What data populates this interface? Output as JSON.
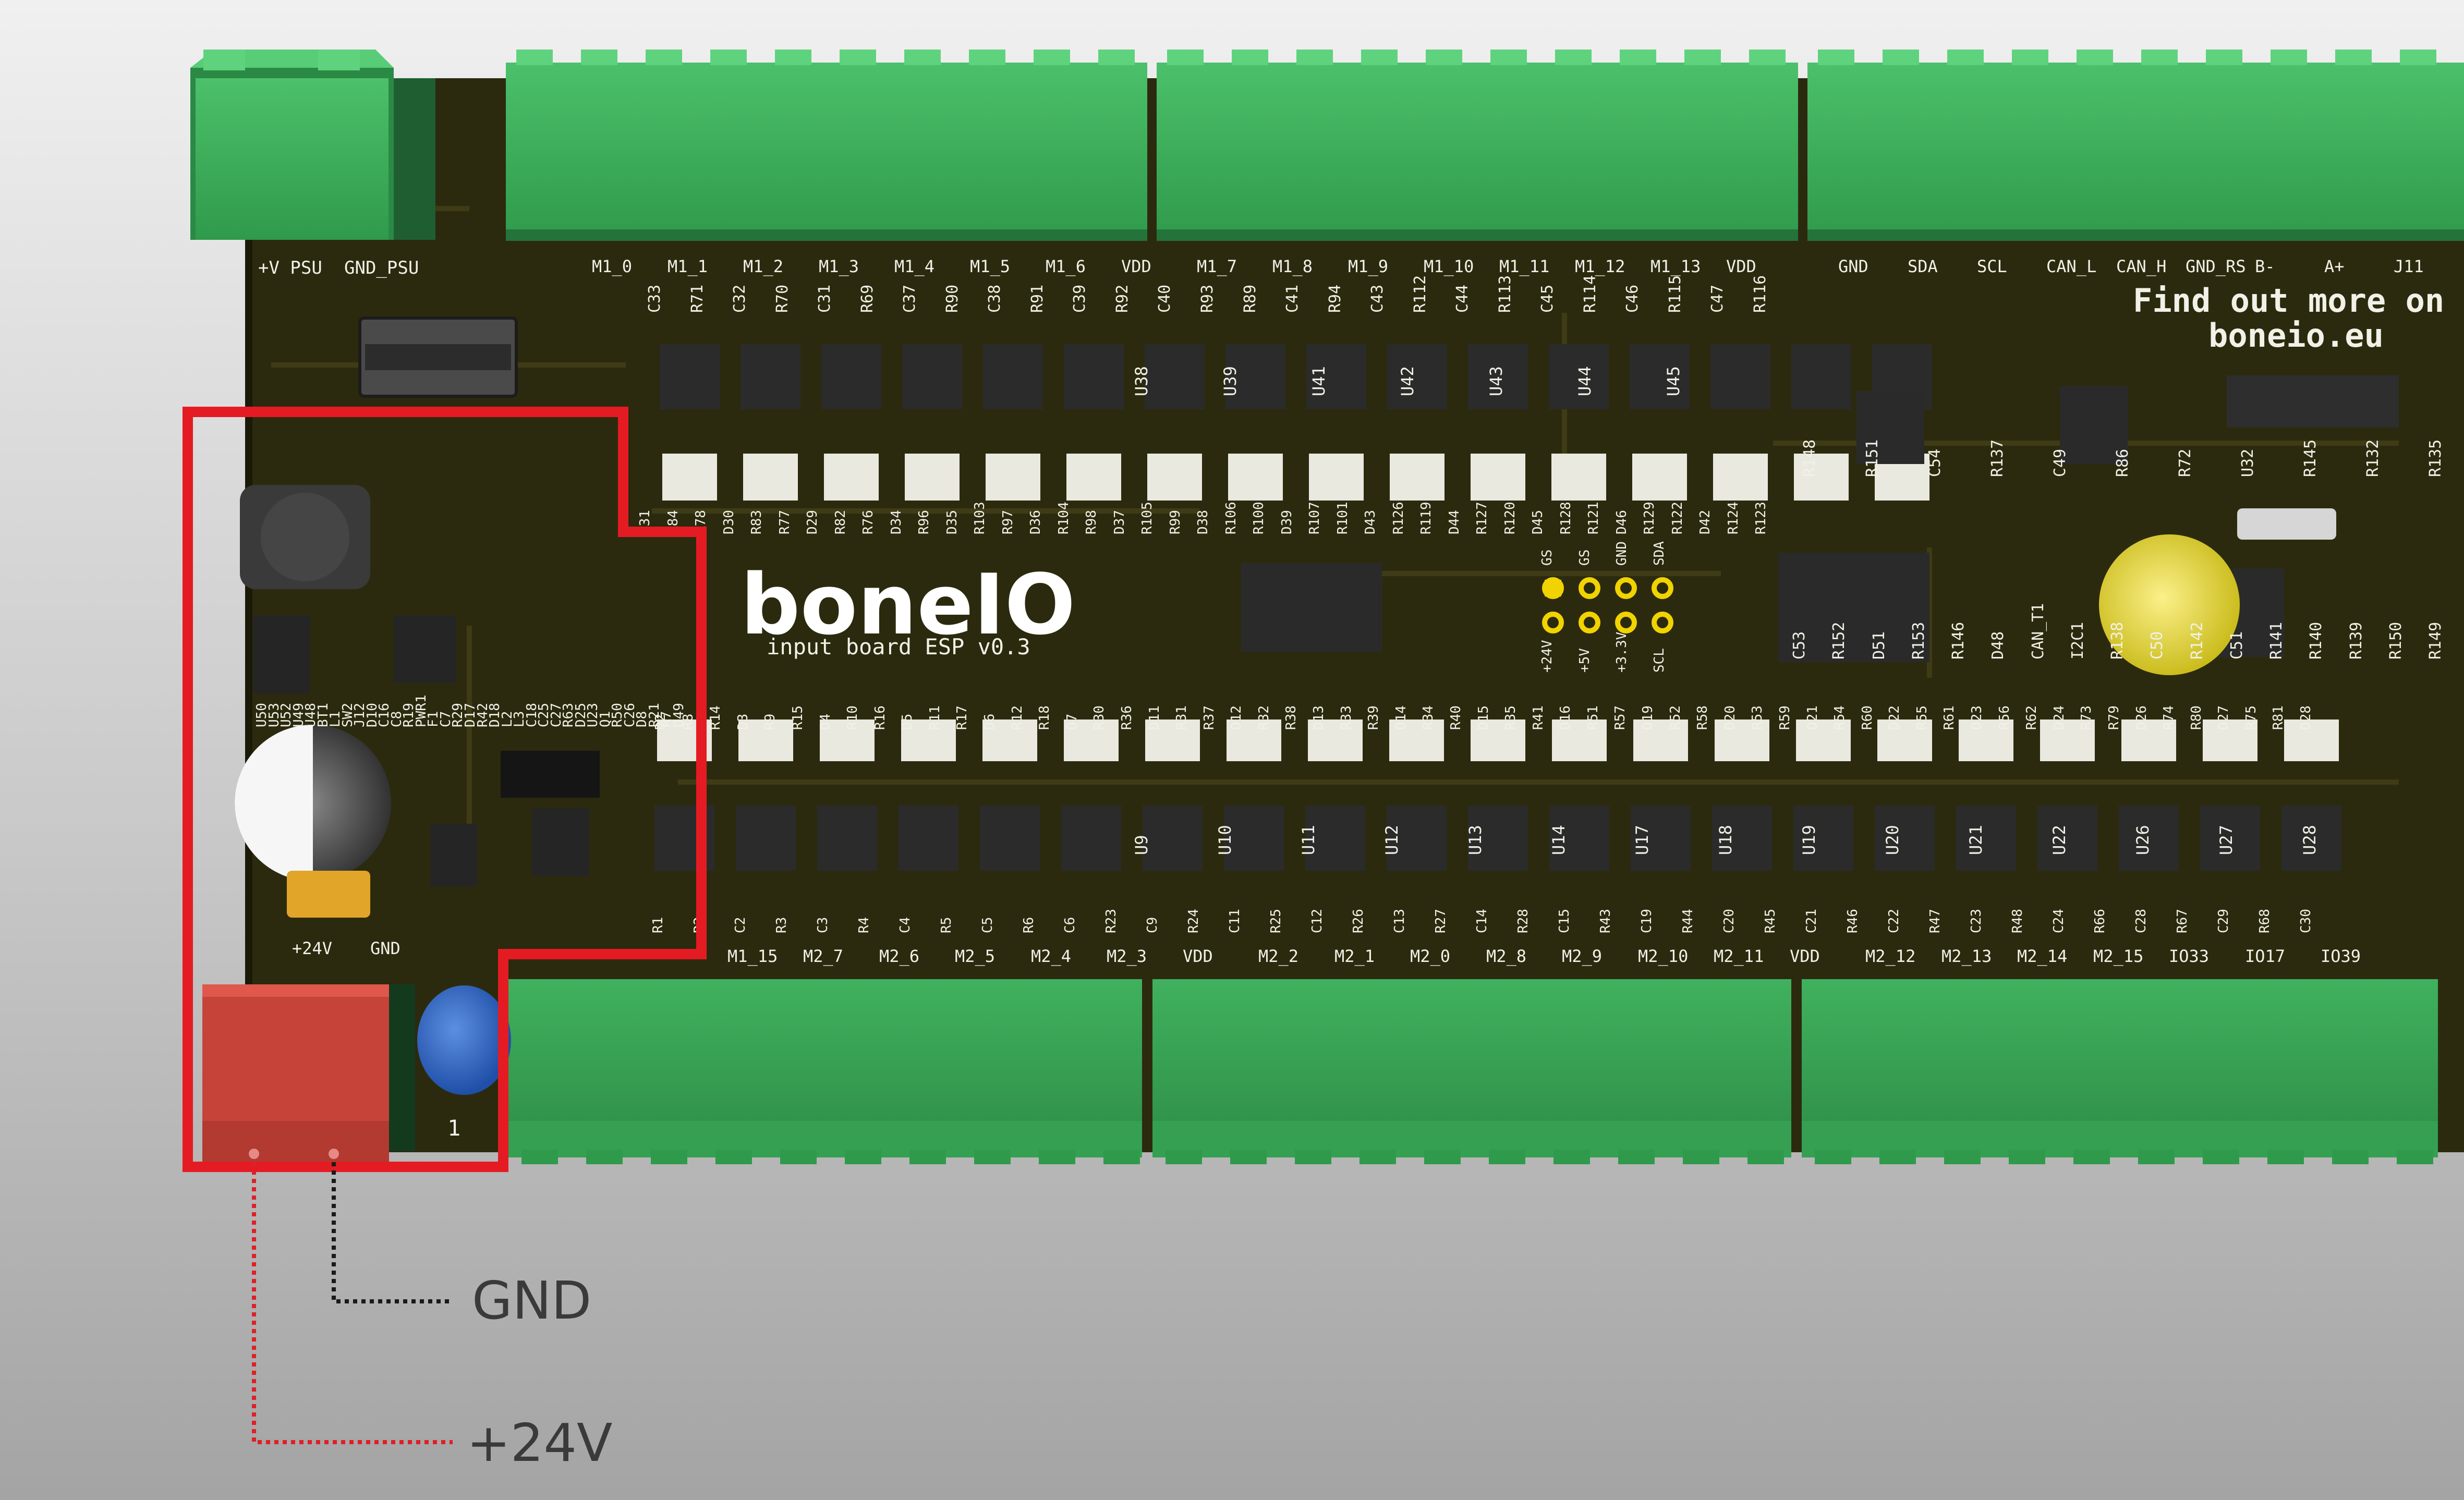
{
  "board": {
    "logo_text": "boneIO",
    "subtitle": "input board ESP v0.3",
    "promo_line1": "Find out more on",
    "promo_line2": "boneio.eu",
    "power_labels": [
      "+V PSU",
      "GND_PSU"
    ],
    "bottom_power_labels": [
      "+24V",
      "GND"
    ],
    "pin_1_marker": "1",
    "top_connector_labels": [
      "M1_0",
      "M1_1",
      "M1_2",
      "M1_3",
      "M1_4",
      "M1_5",
      "M1_6",
      "VDD",
      "M1_7",
      "M1_8",
      "M1_9",
      "M1_10",
      "M1_11",
      "M1_12",
      "M1_13",
      "VDD"
    ],
    "bus_labels": [
      "GND",
      "SDA",
      "SCL",
      "CAN_L",
      "CAN_H",
      "GND_RS",
      "B-",
      "A+",
      "J11"
    ],
    "bottom_connector_labels": [
      "M1_15",
      "M2_7",
      "M2_6",
      "M2_5",
      "M2_4",
      "M2_3",
      "VDD",
      "M2_2",
      "M2_1",
      "M2_0",
      "M2_8",
      "M2_9",
      "M2_10",
      "M2_11",
      "VDD",
      "M2_12",
      "M2_13",
      "M2_14",
      "M2_15",
      "IO33",
      "IO17",
      "IO39"
    ],
    "header_pin_labels": [
      "GS",
      "GS",
      "GND",
      "SDA",
      "+24V",
      "+5V",
      "+3.3V",
      "SCL"
    ],
    "ic_labels": [
      "U50",
      "U53",
      "U52",
      "U49",
      "U48",
      "BT1",
      "L1",
      "SW2",
      "J12",
      "D10",
      "C16",
      "C8",
      "R19",
      "PWR1",
      "F1",
      "C7",
      "R29",
      "D17",
      "R42",
      "D18",
      "L2",
      "L3",
      "C18",
      "C25",
      "C27",
      "R63",
      "D25",
      "U23",
      "Q1",
      "R50",
      "C26",
      "D8",
      "R21",
      "R7",
      "D49",
      "C53",
      "R152",
      "D51",
      "R153",
      "R146",
      "D48",
      "CAN_T1",
      "I2C1",
      "R138",
      "C50",
      "R142",
      "C51",
      "R141",
      "R140",
      "R139",
      "R150",
      "R149",
      "R148",
      "R151",
      "C54",
      "R137",
      "C49",
      "R86",
      "R72",
      "U32",
      "R145",
      "R132",
      "R135"
    ],
    "top_ic_labels": [
      "U38",
      "U39",
      "U41",
      "U42",
      "U43",
      "U44",
      "U45"
    ],
    "top_resistor_labels": [
      "C33",
      "R71",
      "C32",
      "R70",
      "C31",
      "R69",
      "C37",
      "R90",
      "C38",
      "R91",
      "C39",
      "R92",
      "C40",
      "R93",
      "R89",
      "C41",
      "R94",
      "C43",
      "R112",
      "C44",
      "R113",
      "C45",
      "R114",
      "C46",
      "R115",
      "C47",
      "R116"
    ],
    "top_led_labels": [
      "D31",
      "R84",
      "R78",
      "D30",
      "R83",
      "R77",
      "D29",
      "R82",
      "R76",
      "D34",
      "R96",
      "D35",
      "R103",
      "R97",
      "D36",
      "R104",
      "R98",
      "D37",
      "R105",
      "R99",
      "D38",
      "R106",
      "R100",
      "D39",
      "R107",
      "R101",
      "D43",
      "R126",
      "R119",
      "D44",
      "R127",
      "R120",
      "D45",
      "R128",
      "R121",
      "D46",
      "R129",
      "R122",
      "D42",
      "R124",
      "R123"
    ],
    "bottom_ic_labels": [
      "U9",
      "U10",
      "U11",
      "U12",
      "U13",
      "U14",
      "U17",
      "U18",
      "U19",
      "U20",
      "U21",
      "U22",
      "U26",
      "U27",
      "U28"
    ],
    "bottom_mid_labels": [
      "D2",
      "R8",
      "R14",
      "D3",
      "R9",
      "R15",
      "D4",
      "R10",
      "R16",
      "D5",
      "R11",
      "R17",
      "D6",
      "R12",
      "R18",
      "D7",
      "R30",
      "R36",
      "D11",
      "R31",
      "R37",
      "D12",
      "R32",
      "R38",
      "D13",
      "R33",
      "R39",
      "D14",
      "R34",
      "R40",
      "D15",
      "R35",
      "R41",
      "D16",
      "R51",
      "R57",
      "D19",
      "R52",
      "R58",
      "D20",
      "R53",
      "R59",
      "D21",
      "R54",
      "R60",
      "D22",
      "R55",
      "R61",
      "D23",
      "R56",
      "R62",
      "D24",
      "R73",
      "R79",
      "D26",
      "R74",
      "R80",
      "D27",
      "R75",
      "R81",
      "D28"
    ],
    "bottom_row_labels": [
      "R1",
      "R2",
      "C2",
      "R3",
      "C3",
      "R4",
      "C4",
      "R5",
      "C5",
      "R6",
      "C6",
      "R23",
      "C9",
      "R24",
      "C11",
      "R25",
      "C12",
      "R26",
      "C13",
      "R27",
      "C14",
      "R28",
      "C15",
      "R43",
      "C19",
      "R44",
      "C20",
      "R45",
      "C21",
      "R46",
      "C22",
      "R47",
      "C23",
      "R48",
      "C24",
      "R66",
      "C28",
      "R67",
      "C29",
      "R68",
      "C30"
    ]
  },
  "callouts": [
    {
      "label": "GND",
      "color": "#1a1a1a"
    },
    {
      "label": "+24V",
      "color": "#e01f26"
    }
  ],
  "colors": {
    "highlight": "#e51b23",
    "pcb": "#2c2a0e",
    "terminal_green": "#3ca858",
    "terminal_red": "#c6433a",
    "silkscreen": "#f1f1e8"
  }
}
